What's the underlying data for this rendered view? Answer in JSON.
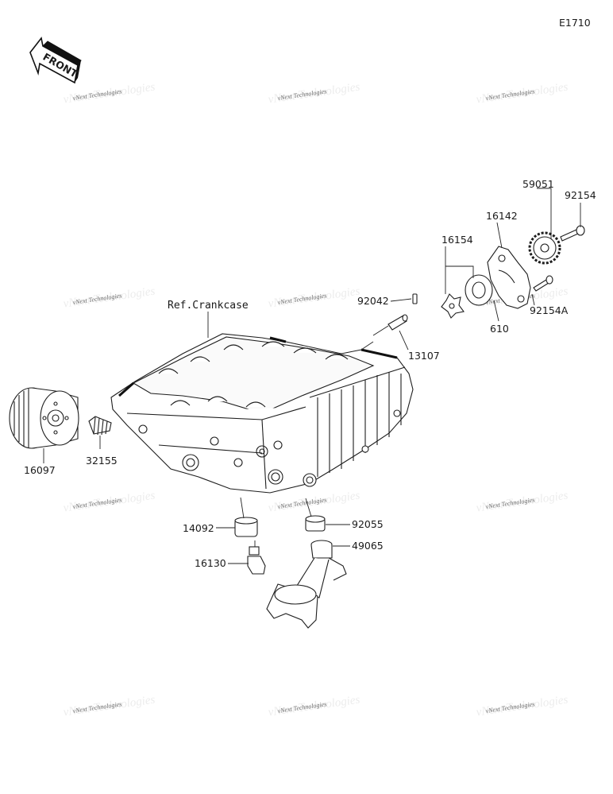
{
  "diagram": {
    "code": "E1710",
    "front_arrow_text": "FRONT",
    "reference_label": "Ref.Crankcase",
    "watermark": "vNext Technologies",
    "parts": [
      {
        "id": "p92154",
        "number": "92154"
      },
      {
        "id": "p59051",
        "number": "59051"
      },
      {
        "id": "p16142",
        "number": "16142"
      },
      {
        "id": "p16154",
        "number": "16154"
      },
      {
        "id": "p92042",
        "number": "92042"
      },
      {
        "id": "p610",
        "number": "610"
      },
      {
        "id": "p92154A",
        "number": "92154A"
      },
      {
        "id": "p13107",
        "number": "13107"
      },
      {
        "id": "p16097",
        "number": "16097"
      },
      {
        "id": "p32155",
        "number": "32155"
      },
      {
        "id": "p14092",
        "number": "14092"
      },
      {
        "id": "p92055",
        "number": "92055"
      },
      {
        "id": "p49065",
        "number": "49065"
      },
      {
        "id": "p16130",
        "number": "16130"
      }
    ]
  }
}
